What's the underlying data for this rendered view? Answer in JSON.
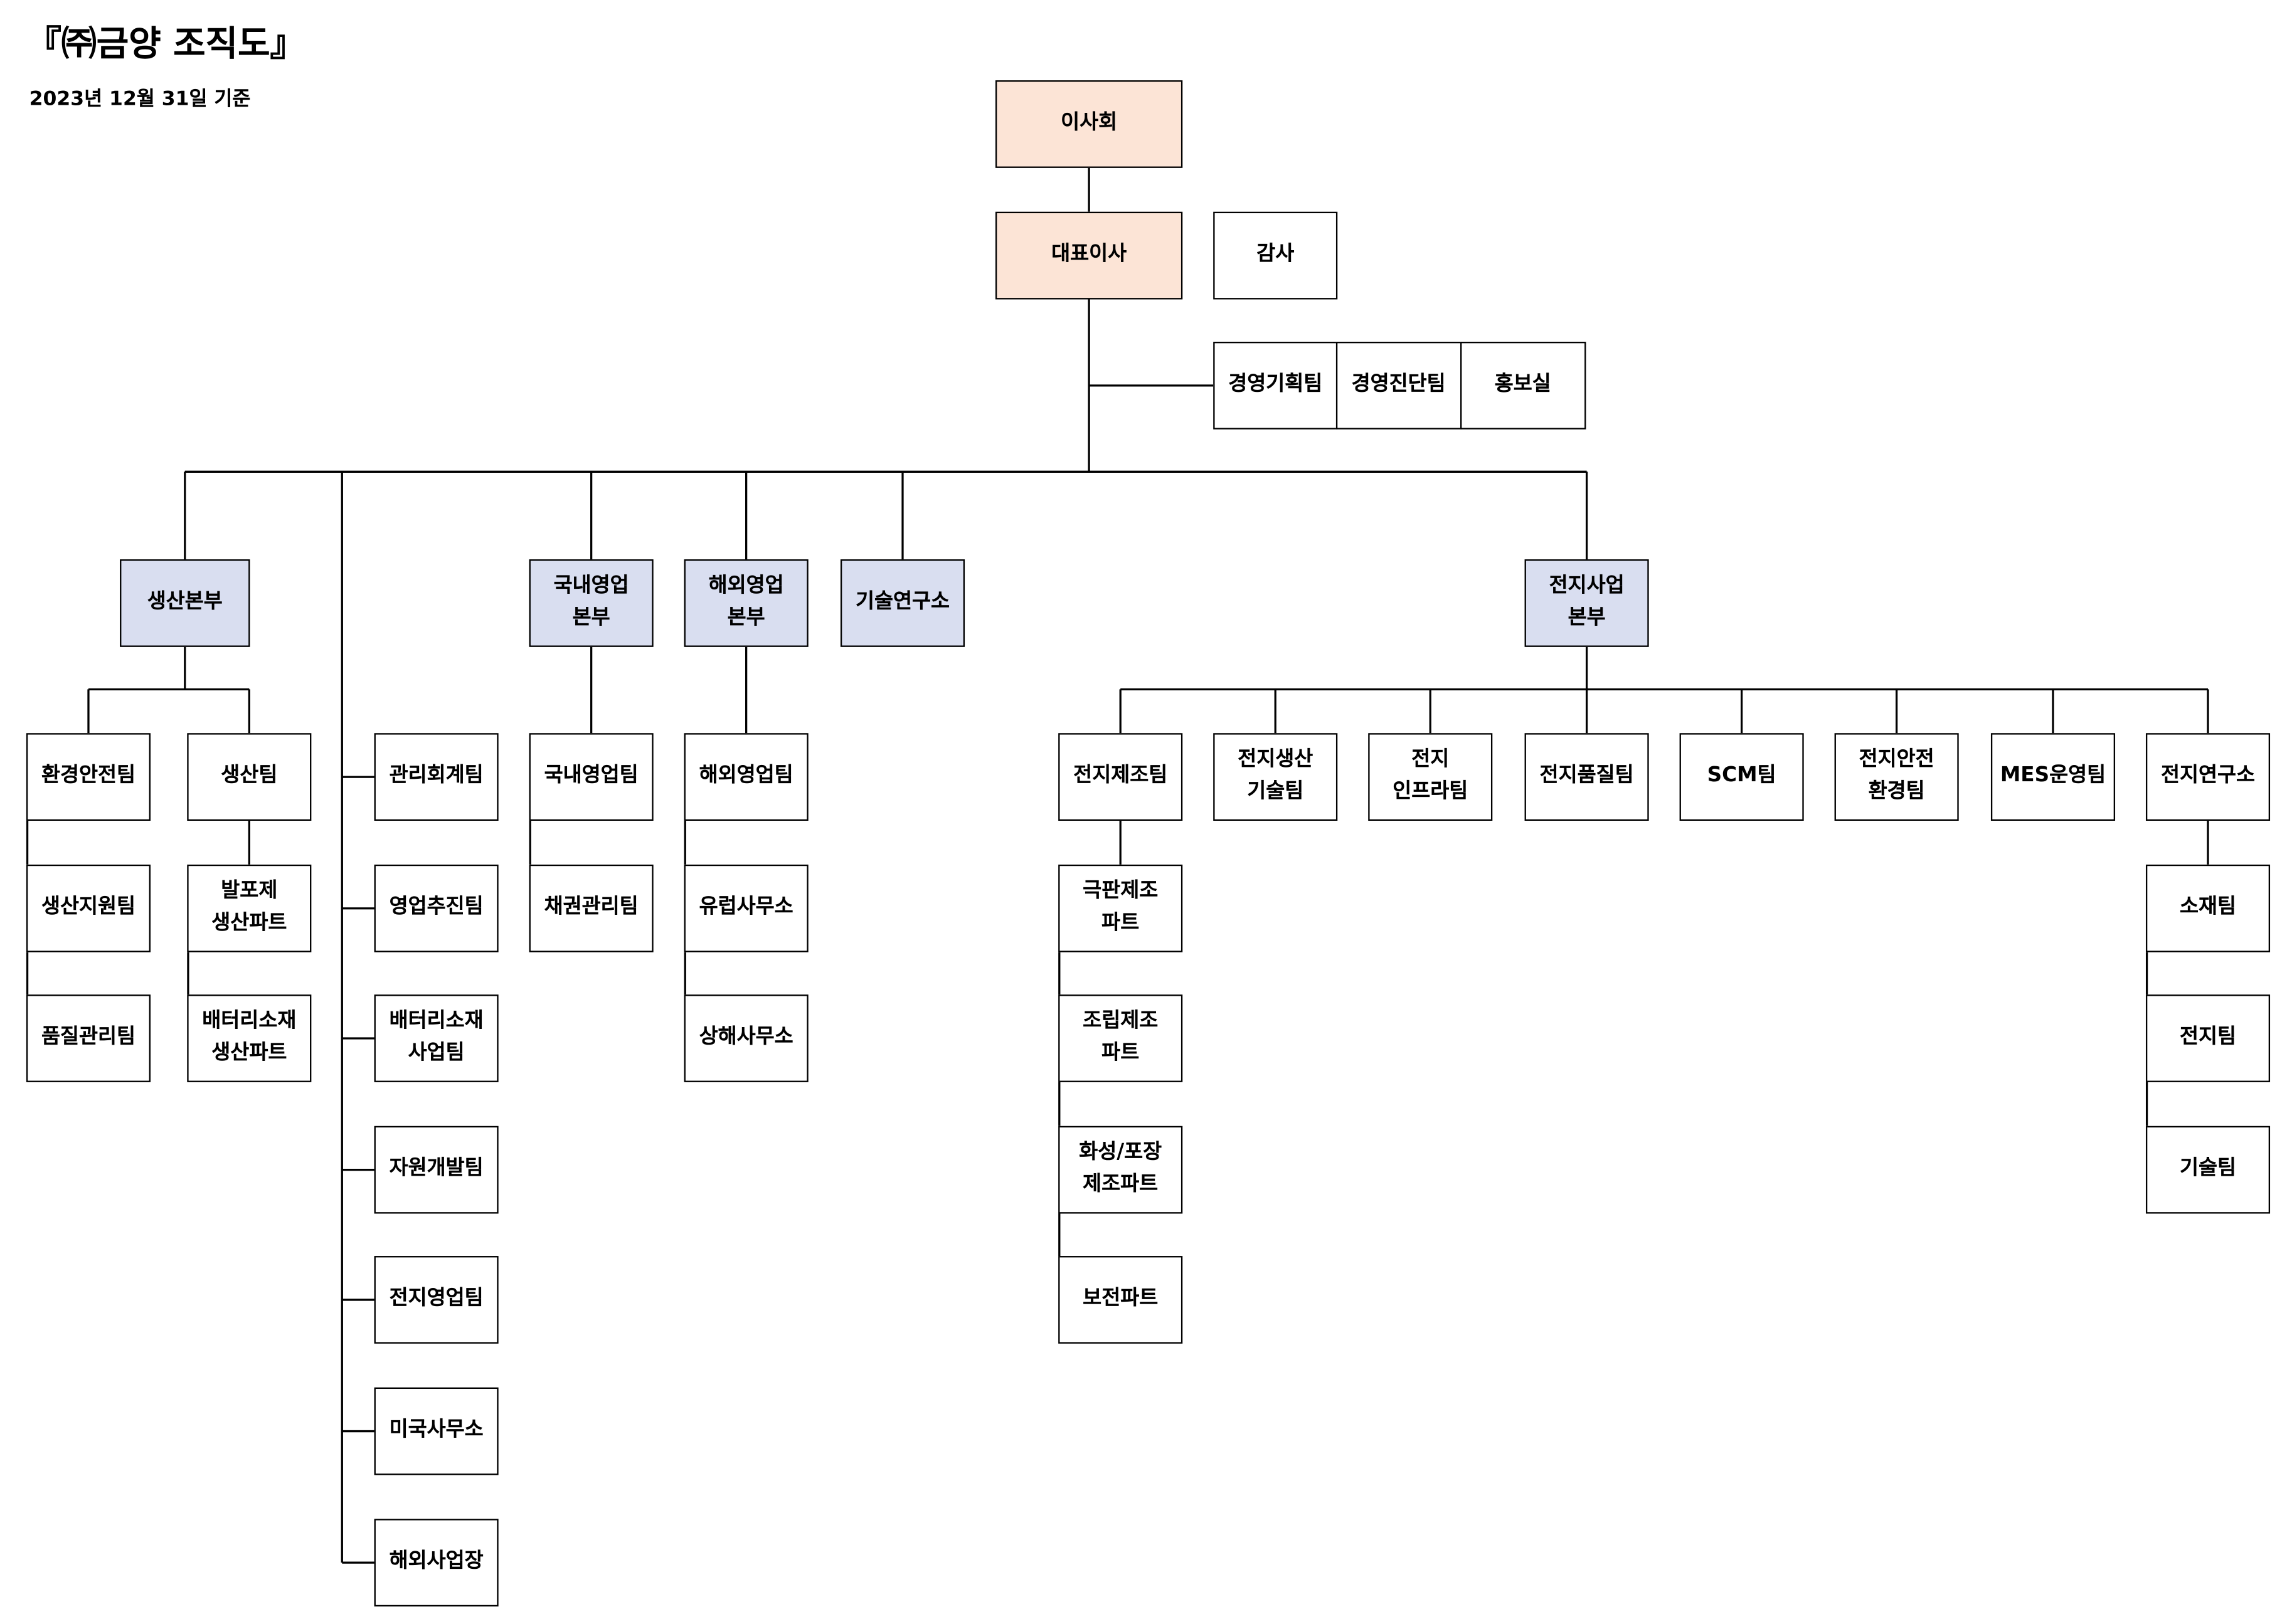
{
  "title": "『㈜금양 조직도』",
  "subtitle": "2023년 12월 31일 기준",
  "colors": {
    "executive_fill": "#FCE4D6",
    "division_fill": "#D9DEF0",
    "unit_fill": "#FFFFFF",
    "line": "#000000"
  },
  "board": "이사회",
  "ceo": "대표이사",
  "audit": "감사",
  "ceo_staff": [
    "경영기획팀",
    "경영진단팀",
    "홍보실"
  ],
  "production_hq": {
    "name": "생산본부",
    "teams": [
      "환경안전팀",
      "생산지원팀",
      "품질관리팀"
    ],
    "production_team": {
      "name": "생산팀",
      "parts": [
        "발포제\n생산파트",
        "배터리소재\n생산파트"
      ]
    }
  },
  "corporate_teams": [
    "관리회계팀",
    "영업추진팀",
    "배터리소재\n사업팀",
    "자원개발팀",
    "전지영업팀",
    "미국사무소",
    "해외사업장"
  ],
  "domestic_sales_hq": {
    "name": "국내영업\n본부",
    "teams": [
      "국내영업팀",
      "채권관리팀"
    ]
  },
  "overseas_sales_hq": {
    "name": "해외영업\n본부",
    "teams": [
      "해외영업팀",
      "유럽사무소",
      "상해사무소"
    ]
  },
  "rnd_center": "기술연구소",
  "battery_hq": {
    "name": "전지사업\n본부",
    "teams": [
      "전지제조팀",
      "전지생산\n기술팀",
      "전지\n인프라팀",
      "전지품질팀",
      "SCM팀",
      "전지안전\n환경팀",
      "MES운영팀",
      "전지연구소"
    ],
    "manufacturing_parts": [
      "극판제조\n파트",
      "조립제조\n파트",
      "화성/포장\n제조파트",
      "보전파트"
    ],
    "research_teams": [
      "소재팀",
      "전지팀",
      "기술팀"
    ]
  }
}
